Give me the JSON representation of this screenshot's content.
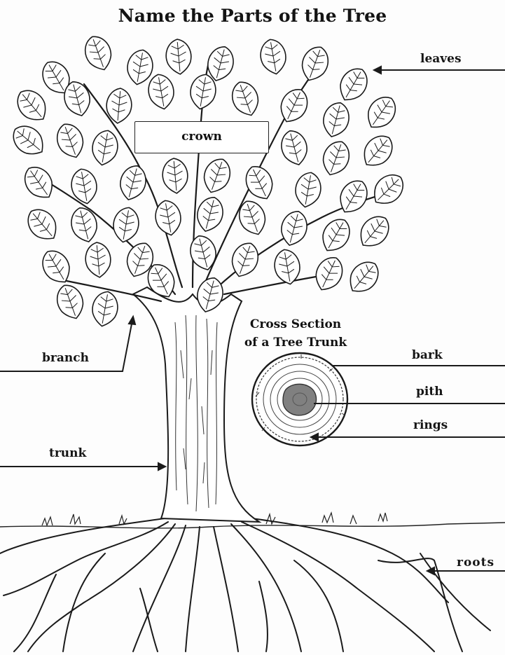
{
  "title": "Name the Parts of the Tree",
  "labels": {
    "crown": "crown",
    "leaves": "leaves",
    "branch": "branch",
    "trunk": "trunk",
    "roots": "roots",
    "bark": "bark",
    "pith": "pith",
    "rings": "rings"
  },
  "cross_section": {
    "title_line1": "Cross Section",
    "title_line2": "of a Tree Trunk"
  },
  "colors": {
    "ink": "#1a1a1a",
    "pith": "#808080",
    "paper": "#fdfdfd"
  }
}
